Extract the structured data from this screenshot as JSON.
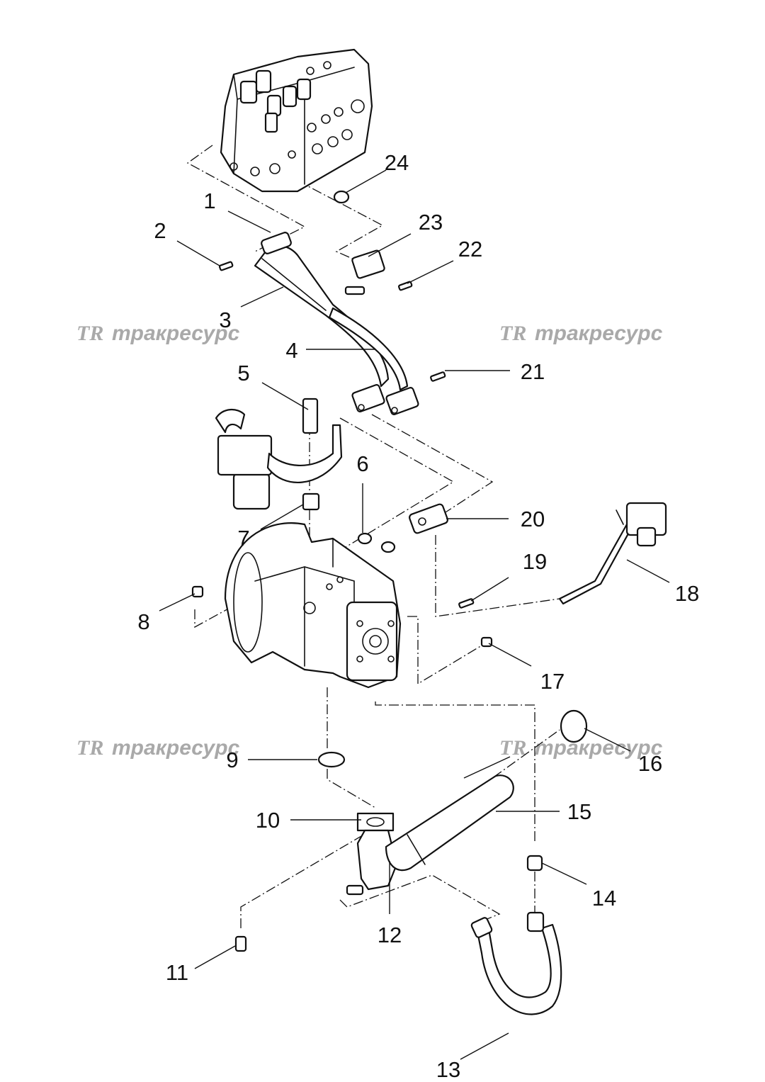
{
  "watermark": {
    "logo": "TR",
    "text": "тракресурс",
    "color": "#a9a9a9"
  },
  "callouts": [
    "1",
    "2",
    "3",
    "4",
    "5",
    "6",
    "7",
    "8",
    "9",
    "10",
    "11",
    "12",
    "13",
    "14",
    "15",
    "16",
    "17",
    "18",
    "19",
    "20",
    "21",
    "22",
    "23",
    "24"
  ]
}
